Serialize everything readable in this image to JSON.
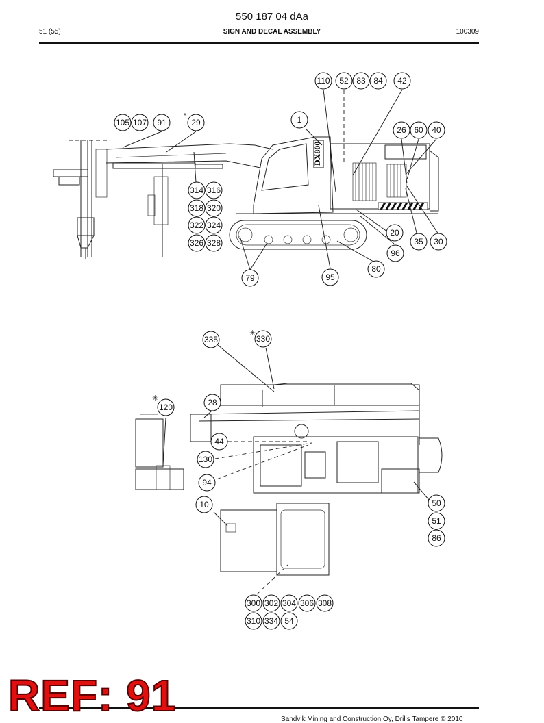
{
  "header": {
    "doc_number": "550 187 04 dAa",
    "page": "51 (55)",
    "section_title": "SIGN AND DECAL ASSEMBLY",
    "date_code": "100309"
  },
  "drawing": {
    "model_badge": "DX800",
    "top_view_callouts": [
      "110",
      "52",
      "83",
      "84",
      "42",
      "105",
      "107",
      "91",
      "29",
      "1",
      "26",
      "60",
      "40",
      "314",
      "316",
      "318",
      "320",
      "322",
      "324",
      "326",
      "328",
      "20",
      "35",
      "30",
      "96",
      "80",
      "79",
      "95"
    ],
    "bottom_view_callouts": [
      "335",
      "330",
      "120",
      "28",
      "44",
      "130",
      "94",
      "10",
      "50",
      "51",
      "86",
      "300",
      "302",
      "304",
      "306",
      "308",
      "310",
      "334",
      "54"
    ]
  },
  "stamp": {
    "ref": "REF: 91"
  },
  "footer": {
    "copyright": "Sandvik Mining and Construction Oy, Drills Tampere © 2010"
  }
}
